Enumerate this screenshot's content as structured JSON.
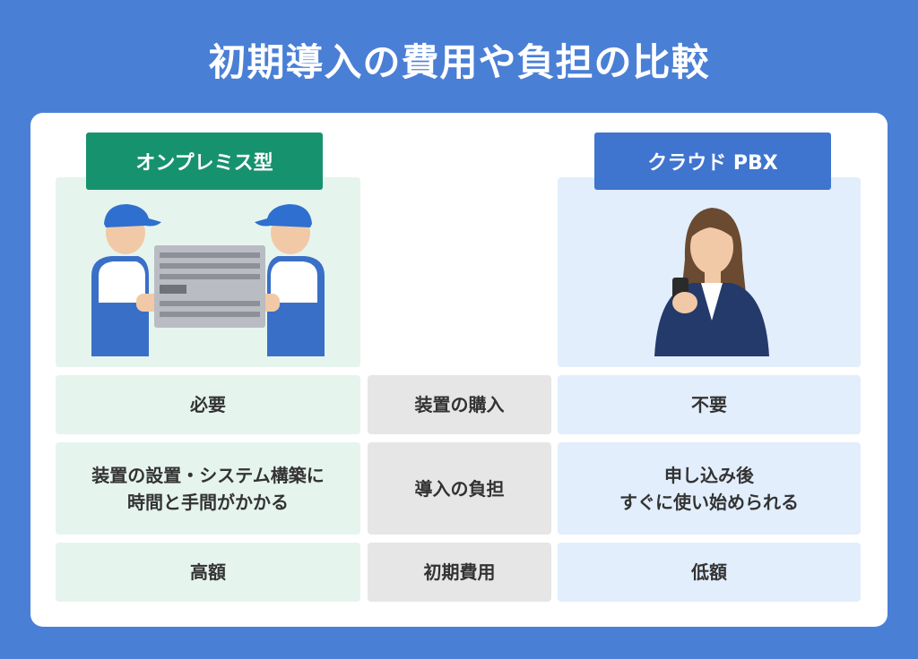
{
  "title": "初期導入の費用や負担の比較",
  "left_tag": "オンプレミス型",
  "right_tag": "クラウド PBX",
  "rows": [
    {
      "left": [
        "必要"
      ],
      "middle": "装置の購入",
      "right": [
        "不要"
      ]
    },
    {
      "left": [
        "装置の設置・システム構築に",
        "時間と手間がかかる"
      ],
      "middle": "導入の負担",
      "right": [
        "申し込み後",
        "すぐに使い始められる"
      ]
    },
    {
      "left": [
        "高額"
      ],
      "middle": "初期費用",
      "right": [
        "低額"
      ]
    }
  ],
  "colors": {
    "background": "#4a7fd6",
    "onpremise_accent": "#17926e",
    "cloud_accent": "#3f74cf",
    "onpremise_bg": "#e6f4ee",
    "cloud_bg": "#e2eefc",
    "middle_bg": "#e6e6e6"
  }
}
